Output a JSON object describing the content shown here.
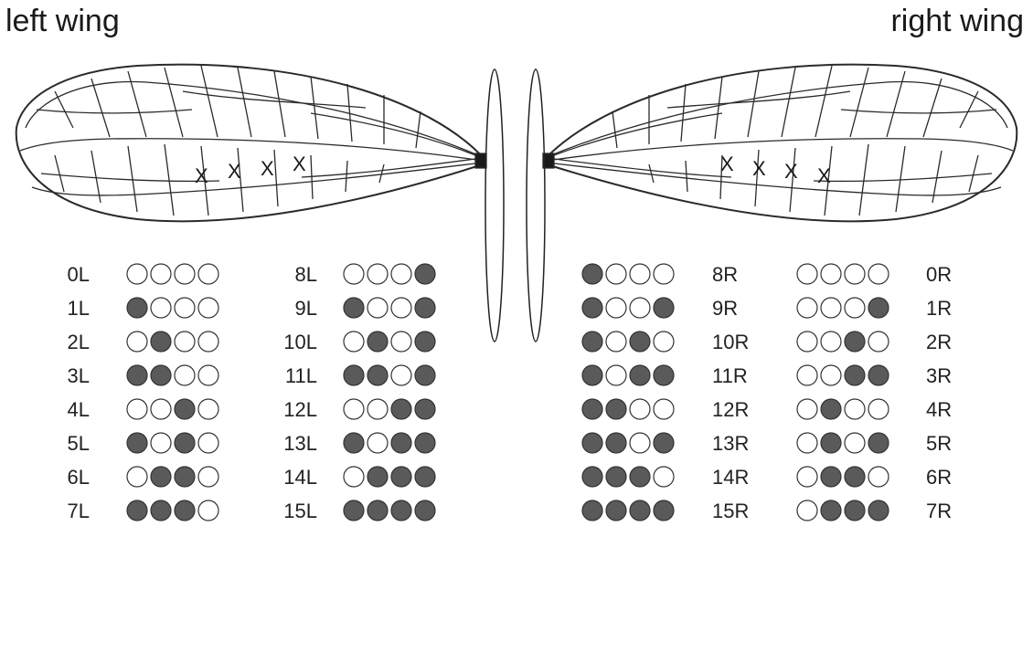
{
  "titles": {
    "left": "left wing",
    "right": "right wing"
  },
  "wing_marks": {
    "left": [
      "X",
      "X",
      "X",
      "X"
    ],
    "right": [
      "X",
      "X",
      "X",
      "X"
    ]
  },
  "colors": {
    "filled": "#5a5a5a",
    "stroke": "#333333",
    "empty": "#ffffff",
    "wing_line": "#2a2a2a"
  },
  "codes": {
    "left_col1": [
      {
        "label": "0L",
        "bits": [
          0,
          0,
          0,
          0
        ]
      },
      {
        "label": "1L",
        "bits": [
          1,
          0,
          0,
          0
        ]
      },
      {
        "label": "2L",
        "bits": [
          0,
          1,
          0,
          0
        ]
      },
      {
        "label": "3L",
        "bits": [
          1,
          1,
          0,
          0
        ]
      },
      {
        "label": "4L",
        "bits": [
          0,
          0,
          1,
          0
        ]
      },
      {
        "label": "5L",
        "bits": [
          1,
          0,
          1,
          0
        ]
      },
      {
        "label": "6L",
        "bits": [
          0,
          1,
          1,
          0
        ]
      },
      {
        "label": "7L",
        "bits": [
          1,
          1,
          1,
          0
        ]
      }
    ],
    "left_col2": [
      {
        "label": "8L",
        "bits": [
          0,
          0,
          0,
          1
        ]
      },
      {
        "label": "9L",
        "bits": [
          1,
          0,
          0,
          1
        ]
      },
      {
        "label": "10L",
        "bits": [
          0,
          1,
          0,
          1
        ]
      },
      {
        "label": "11L",
        "bits": [
          1,
          1,
          0,
          1
        ]
      },
      {
        "label": "12L",
        "bits": [
          0,
          0,
          1,
          1
        ]
      },
      {
        "label": "13L",
        "bits": [
          1,
          0,
          1,
          1
        ]
      },
      {
        "label": "14L",
        "bits": [
          0,
          1,
          1,
          1
        ]
      },
      {
        "label": "15L",
        "bits": [
          1,
          1,
          1,
          1
        ]
      }
    ],
    "right_col1": [
      {
        "label": "8R",
        "bits": [
          1,
          0,
          0,
          0
        ]
      },
      {
        "label": "9R",
        "bits": [
          1,
          0,
          0,
          1
        ]
      },
      {
        "label": "10R",
        "bits": [
          1,
          0,
          1,
          0
        ]
      },
      {
        "label": "11R",
        "bits": [
          1,
          0,
          1,
          1
        ]
      },
      {
        "label": "12R",
        "bits": [
          1,
          1,
          0,
          0
        ]
      },
      {
        "label": "13R",
        "bits": [
          1,
          1,
          0,
          1
        ]
      },
      {
        "label": "14R",
        "bits": [
          1,
          1,
          1,
          0
        ]
      },
      {
        "label": "15R",
        "bits": [
          1,
          1,
          1,
          1
        ]
      }
    ],
    "right_col2": [
      {
        "label": "0R",
        "bits": [
          0,
          0,
          0,
          0
        ]
      },
      {
        "label": "1R",
        "bits": [
          0,
          0,
          0,
          1
        ]
      },
      {
        "label": "2R",
        "bits": [
          0,
          0,
          1,
          0
        ]
      },
      {
        "label": "3R",
        "bits": [
          0,
          0,
          1,
          1
        ]
      },
      {
        "label": "4R",
        "bits": [
          0,
          1,
          0,
          0
        ]
      },
      {
        "label": "5R",
        "bits": [
          0,
          1,
          0,
          1
        ]
      },
      {
        "label": "6R",
        "bits": [
          0,
          1,
          1,
          0
        ]
      },
      {
        "label": "7R",
        "bits": [
          0,
          1,
          1,
          1
        ]
      }
    ]
  }
}
